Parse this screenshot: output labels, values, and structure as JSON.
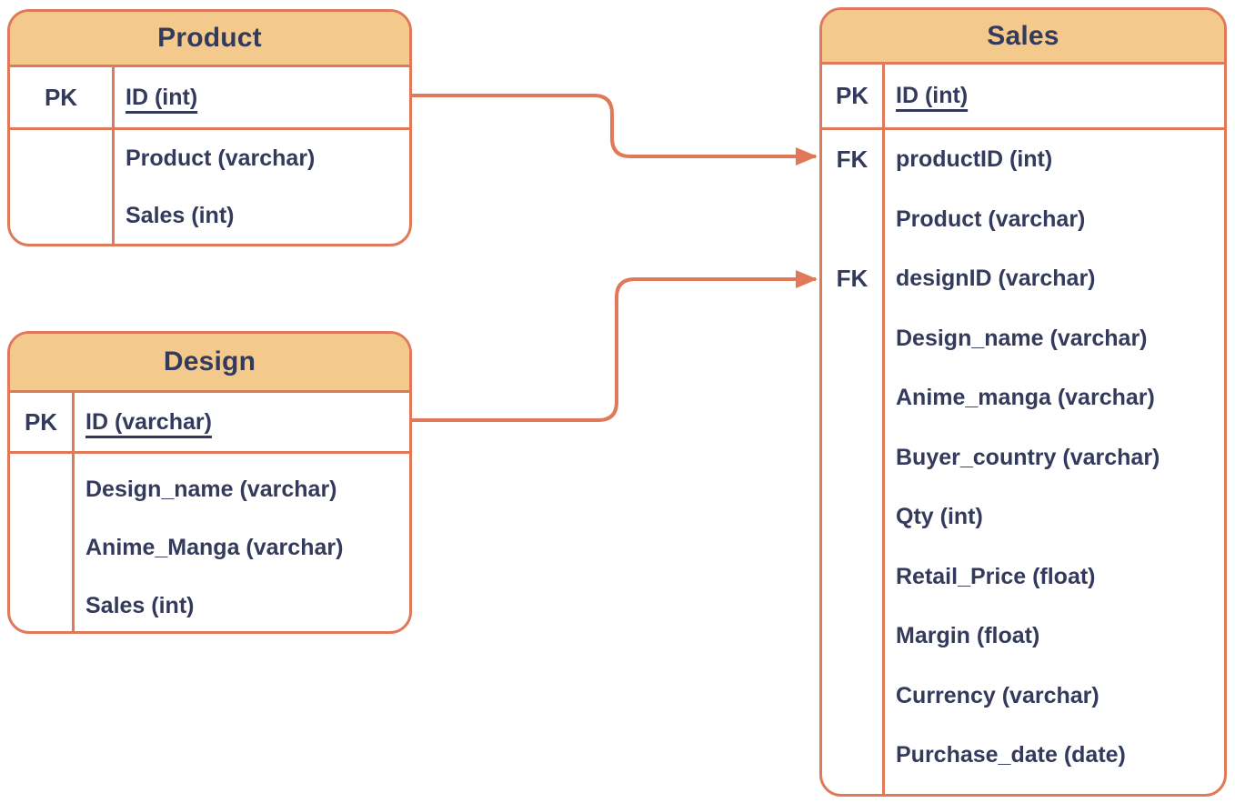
{
  "colors": {
    "line": "#e0795a",
    "header-fill": "#f3c98c",
    "text": "#333a5c",
    "bg": "#ffffff"
  },
  "entities": [
    {
      "name": "Product",
      "rows": [
        {
          "key": "PK",
          "field": "ID (int)"
        },
        {
          "key": "",
          "field": "Product (varchar)"
        },
        {
          "key": "",
          "field": "Sales (int)"
        }
      ]
    },
    {
      "name": "Design",
      "rows": [
        {
          "key": "PK",
          "field": "ID (varchar)"
        },
        {
          "key": "",
          "field": "Design_name (varchar)"
        },
        {
          "key": "",
          "field": "Anime_Manga (varchar)"
        },
        {
          "key": "",
          "field": "Sales (int)"
        }
      ]
    },
    {
      "name": "Sales",
      "rows": [
        {
          "key": "PK",
          "field": "ID (int)"
        },
        {
          "key": "FK",
          "field": "productID (int)"
        },
        {
          "key": "",
          "field": "Product (varchar)"
        },
        {
          "key": "FK",
          "field": "designID (varchar)"
        },
        {
          "key": "",
          "field": "Design_name (varchar)"
        },
        {
          "key": "",
          "field": "Anime_manga (varchar)"
        },
        {
          "key": "",
          "field": "Buyer_country (varchar)"
        },
        {
          "key": "",
          "field": "Qty (int)"
        },
        {
          "key": "",
          "field": "Retail_Price (float)"
        },
        {
          "key": "",
          "field": "Margin (float)"
        },
        {
          "key": "",
          "field": "Currency (varchar)"
        },
        {
          "key": "",
          "field": "Purchase_date (date)"
        }
      ]
    }
  ],
  "relations": [
    {
      "from": "Product.ID (int)",
      "to": "Sales.productID (int)",
      "type": "foreign-key-arrow"
    },
    {
      "from": "Design.ID (varchar)",
      "to": "Sales.designID (varchar)",
      "type": "foreign-key-arrow"
    }
  ]
}
